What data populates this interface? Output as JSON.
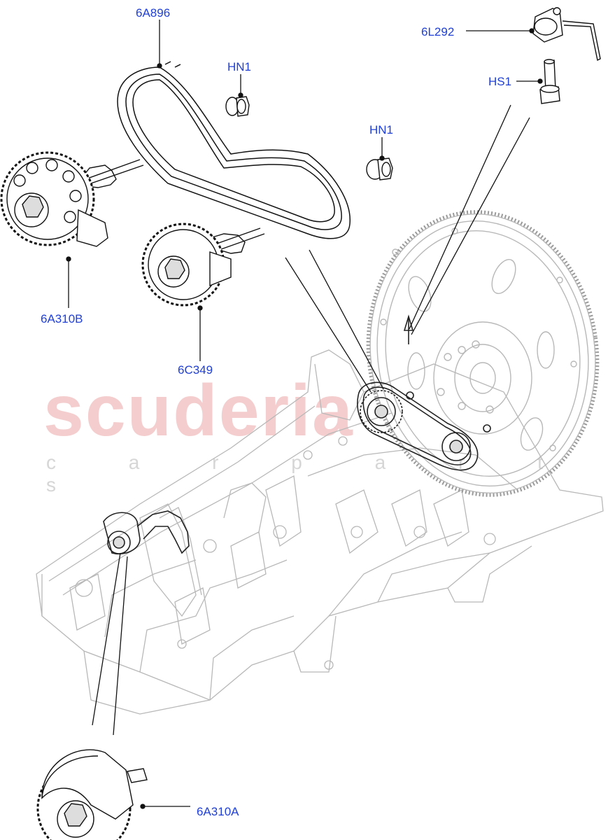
{
  "watermark": {
    "brand": "scuderia",
    "sub": "c a r   p a r t s"
  },
  "callouts": {
    "belt": "6A896",
    "hn1_top": "HN1",
    "hn1_mid": "HN1",
    "sensor": "6L292",
    "bolt": "HS1",
    "sprocket_b": "6A310B",
    "sprocket_c": "6C349",
    "sprocket_a": "6A310A"
  },
  "colors": {
    "callout": "#1f3fd6",
    "line": "#111111",
    "ghost": "#b8b8b8",
    "watermark": "#f3c6c6"
  }
}
